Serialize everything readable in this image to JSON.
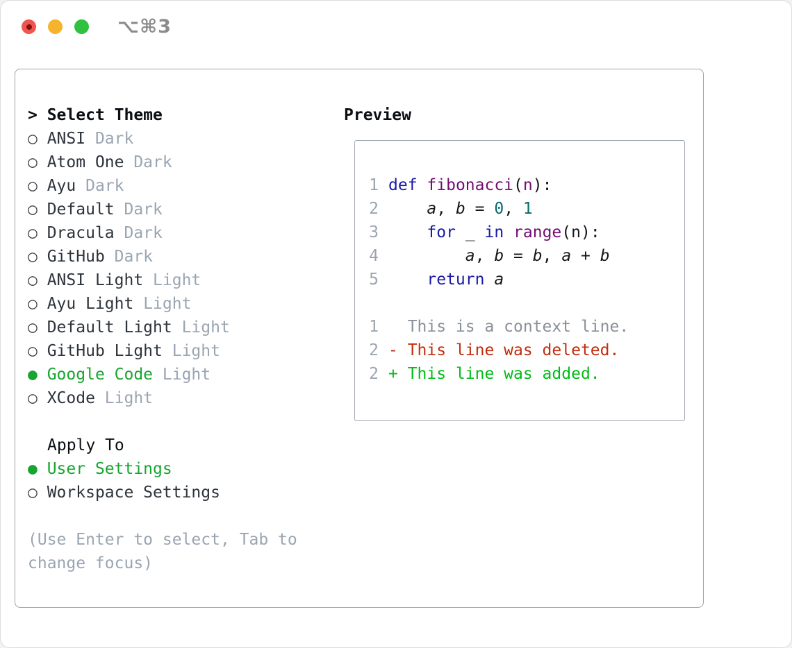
{
  "window": {
    "title": "⌥⌘3",
    "traffic_lights": [
      "close",
      "minimize",
      "zoom"
    ]
  },
  "left": {
    "header": {
      "prefix": "> ",
      "label": "Select Theme"
    },
    "themes": [
      {
        "name": "ANSI",
        "variant": "Dark",
        "selected": false
      },
      {
        "name": "Atom One",
        "variant": "Dark",
        "selected": false
      },
      {
        "name": "Ayu",
        "variant": "Dark",
        "selected": false
      },
      {
        "name": "Default",
        "variant": "Dark",
        "selected": false
      },
      {
        "name": "Dracula",
        "variant": "Dark",
        "selected": false
      },
      {
        "name": "GitHub",
        "variant": "Dark",
        "selected": false
      },
      {
        "name": "ANSI Light",
        "variant": "Light",
        "selected": false
      },
      {
        "name": "Ayu Light",
        "variant": "Light",
        "selected": false
      },
      {
        "name": "Default Light",
        "variant": "Light",
        "selected": false
      },
      {
        "name": "GitHub Light",
        "variant": "Light",
        "selected": false
      },
      {
        "name": "Google Code",
        "variant": "Light",
        "selected": true
      },
      {
        "name": "XCode",
        "variant": "Light",
        "selected": false
      }
    ],
    "apply_to": {
      "label": "Apply To",
      "options": [
        {
          "label": "User Settings",
          "selected": true
        },
        {
          "label": "Workspace Settings",
          "selected": false
        }
      ]
    },
    "help": "(Use Enter to select, Tab to change focus)"
  },
  "preview": {
    "header": "Preview",
    "code_lines": [
      {
        "num": "1",
        "tokens": [
          [
            "kw",
            "def"
          ],
          [
            "pl",
            " "
          ],
          [
            "fn",
            "fibonacci"
          ],
          [
            "pl",
            "("
          ],
          [
            "fn",
            "n"
          ],
          [
            "pl",
            "):"
          ]
        ]
      },
      {
        "num": "2",
        "tokens": [
          [
            "pl",
            "    "
          ],
          [
            "var",
            "a"
          ],
          [
            "pl",
            ", "
          ],
          [
            "var",
            "b"
          ],
          [
            "pl",
            " = "
          ],
          [
            "num",
            "0"
          ],
          [
            "pl",
            ", "
          ],
          [
            "num",
            "1"
          ]
        ]
      },
      {
        "num": "3",
        "tokens": [
          [
            "pl",
            "    "
          ],
          [
            "kw",
            "for"
          ],
          [
            "pl",
            " _ "
          ],
          [
            "kw",
            "in"
          ],
          [
            "pl",
            " "
          ],
          [
            "fn",
            "range"
          ],
          [
            "pl",
            "(n):"
          ]
        ]
      },
      {
        "num": "4",
        "tokens": [
          [
            "pl",
            "        "
          ],
          [
            "var",
            "a"
          ],
          [
            "pl",
            ", "
          ],
          [
            "var",
            "b"
          ],
          [
            "pl",
            " = "
          ],
          [
            "var",
            "b"
          ],
          [
            "pl",
            ", "
          ],
          [
            "var",
            "a"
          ],
          [
            "pl",
            " + "
          ],
          [
            "var",
            "b"
          ]
        ]
      },
      {
        "num": "5",
        "tokens": [
          [
            "pl",
            "    "
          ],
          [
            "kw",
            "return"
          ],
          [
            "pl",
            " "
          ],
          [
            "var",
            "a"
          ]
        ]
      }
    ],
    "diff_lines": [
      {
        "num": "1",
        "type": "ctx",
        "text": "  This is a context line."
      },
      {
        "num": "2",
        "type": "del",
        "text": "- This line was deleted."
      },
      {
        "num": "2",
        "type": "add",
        "text": "+ This line was added."
      }
    ]
  },
  "colors": {
    "keyword": "#1a1aa6",
    "function": "#730d73",
    "literal": "#066a6a",
    "plain": "#15181c",
    "selection_green": "#16a52f",
    "added_green": "#00bd17",
    "deleted_red": "#c22e0e",
    "context_gray": "#8a9099",
    "muted": "#9aa5b2",
    "text_dark": "#2e343b",
    "header_black": "#0b0e12",
    "bullet_gray": "#3e444b",
    "panel_border": "#9aa1ab",
    "box_border": "#a3a9b0",
    "titlebar_gray": "#8c8c8c",
    "light_red": "#f2544e",
    "red_dot": "#7c150f",
    "light_yellow": "#f6b32e",
    "light_green": "#30c13e"
  }
}
